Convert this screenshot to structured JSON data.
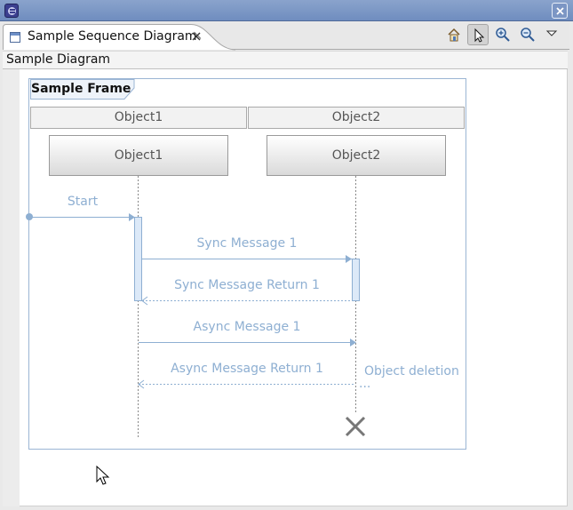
{
  "window": {
    "tab_label": "Sample Sequence Diagram"
  },
  "diagram": {
    "header": "Sample Diagram",
    "frame_label": "Sample Frame",
    "columns": [
      "Object1",
      "Object2"
    ],
    "lifelines": [
      "Object1",
      "Object2"
    ],
    "messages": {
      "start": "Start",
      "sync": "Sync Message 1",
      "sync_return": "Sync Message Return 1",
      "async": "Async Message 1",
      "async_return": "Async Message Return 1",
      "deletion": "Object deletion",
      "deletion_more": "..."
    }
  },
  "colors": {
    "frame_border": "#9bb5d4",
    "message": "#8eafd2",
    "activation": "#dce9f8"
  },
  "icons": {
    "home": "home-icon",
    "select": "pointer-icon",
    "zoom_in": "zoom-in-icon",
    "zoom_out": "zoom-out-icon",
    "menu": "view-menu-icon"
  }
}
